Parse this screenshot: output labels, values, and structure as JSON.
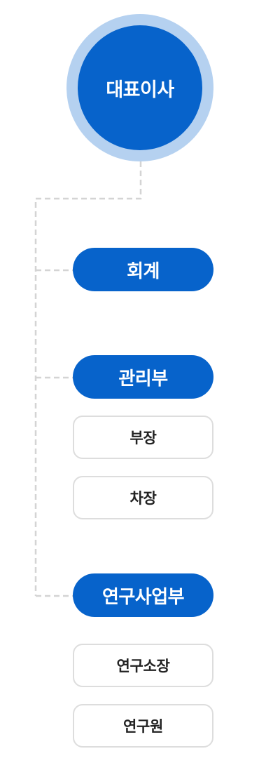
{
  "org": {
    "ceo": "대표이사",
    "departments": [
      {
        "name": "회계",
        "roles": []
      },
      {
        "name": "관리부",
        "roles": [
          "부장",
          "차장"
        ]
      },
      {
        "name": "연구사업부",
        "roles": [
          "연구소장",
          "연구원"
        ]
      }
    ]
  },
  "colors": {
    "primary": "#0763cb",
    "ring": "#b5d1f0",
    "role_border": "#dddddd",
    "role_text": "#222222",
    "connector": "#d4d4d4"
  }
}
